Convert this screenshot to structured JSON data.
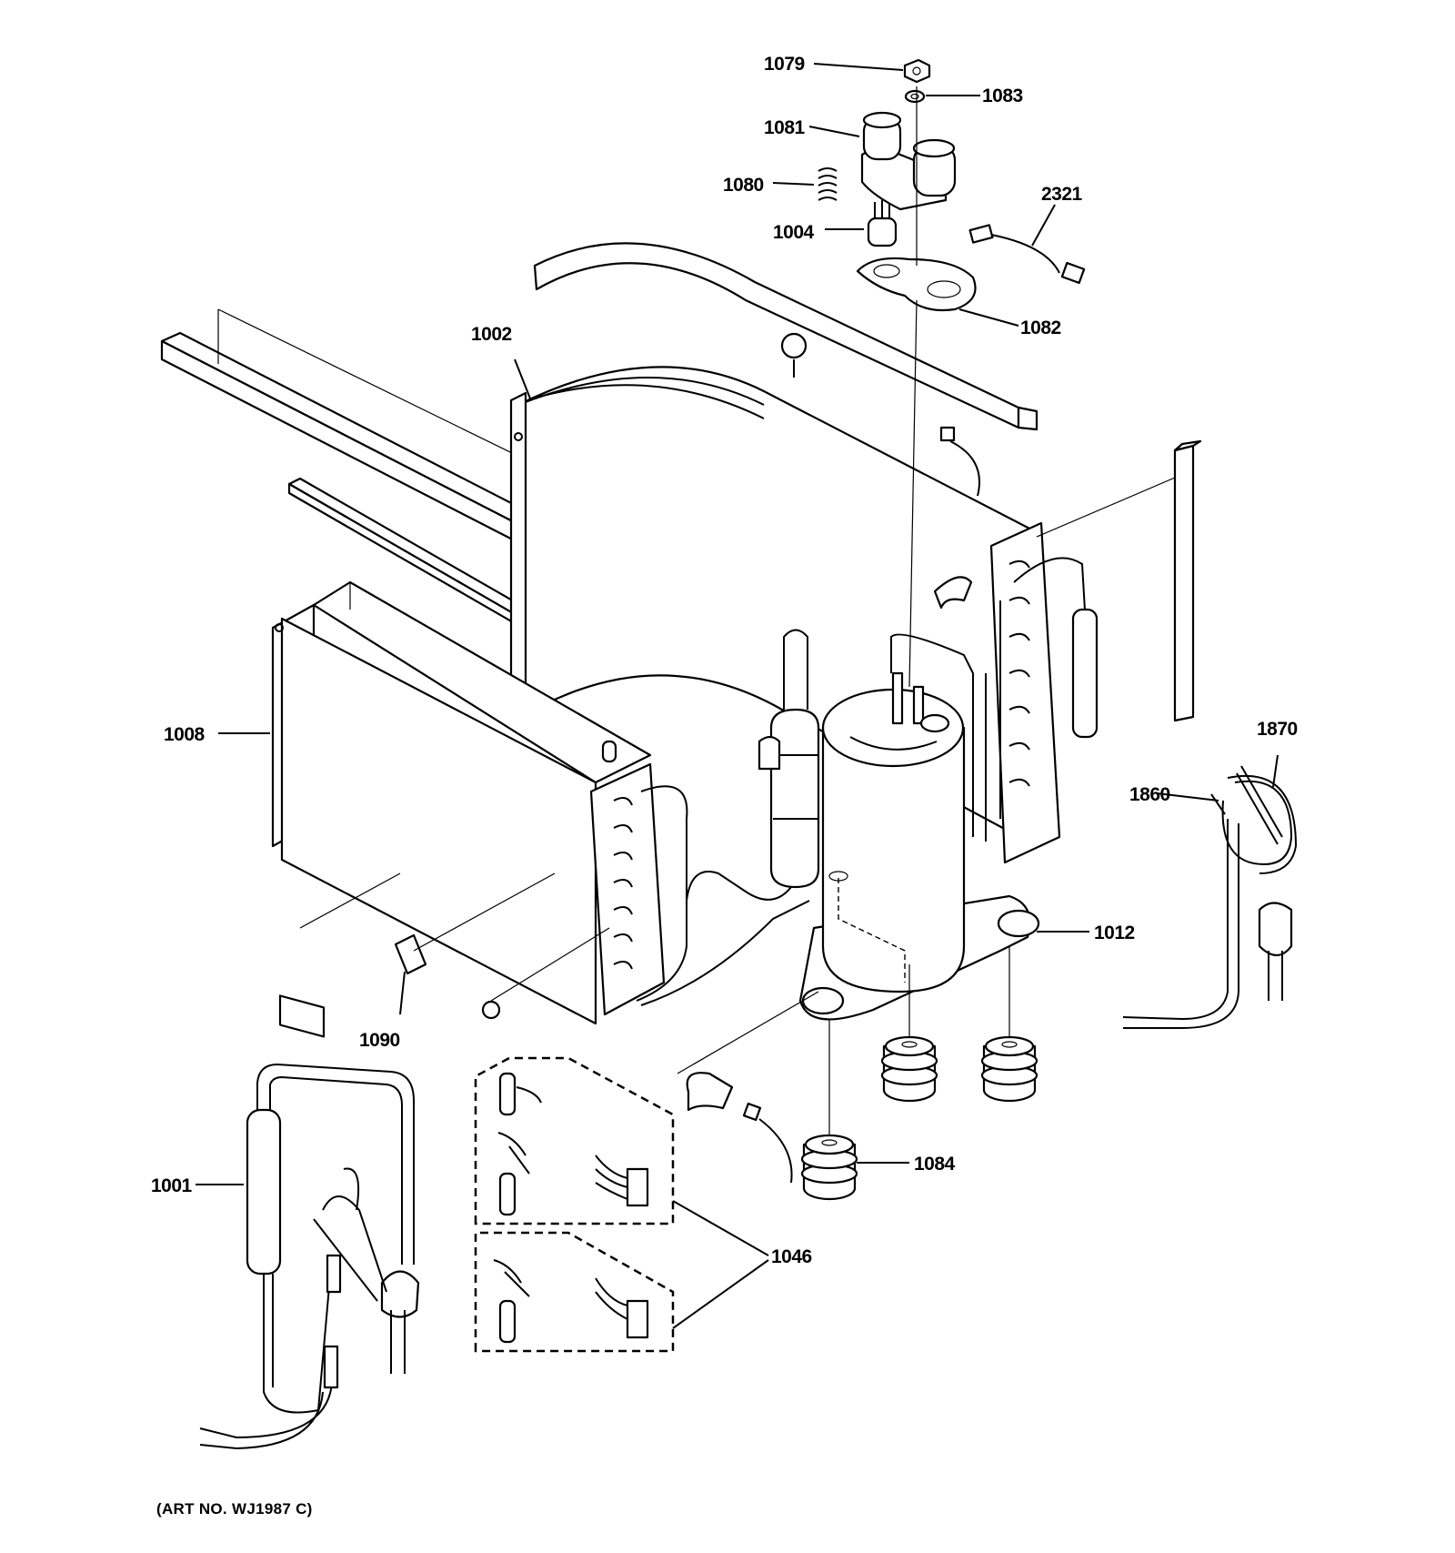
{
  "diagram": {
    "labels": {
      "p1079": "1079",
      "p1083": "1083",
      "p1081": "1081",
      "p1080": "1080",
      "p1004": "1004",
      "p2321": "2321",
      "p1082": "1082",
      "p1002": "1002",
      "p1008": "1008",
      "p1870": "1870",
      "p1860": "1860",
      "p1012": "1012",
      "p1090": "1090",
      "p1084": "1084",
      "p1001": "1001",
      "p1046": "1046"
    },
    "art_number": "(ART NO. WJ1987 C)"
  }
}
